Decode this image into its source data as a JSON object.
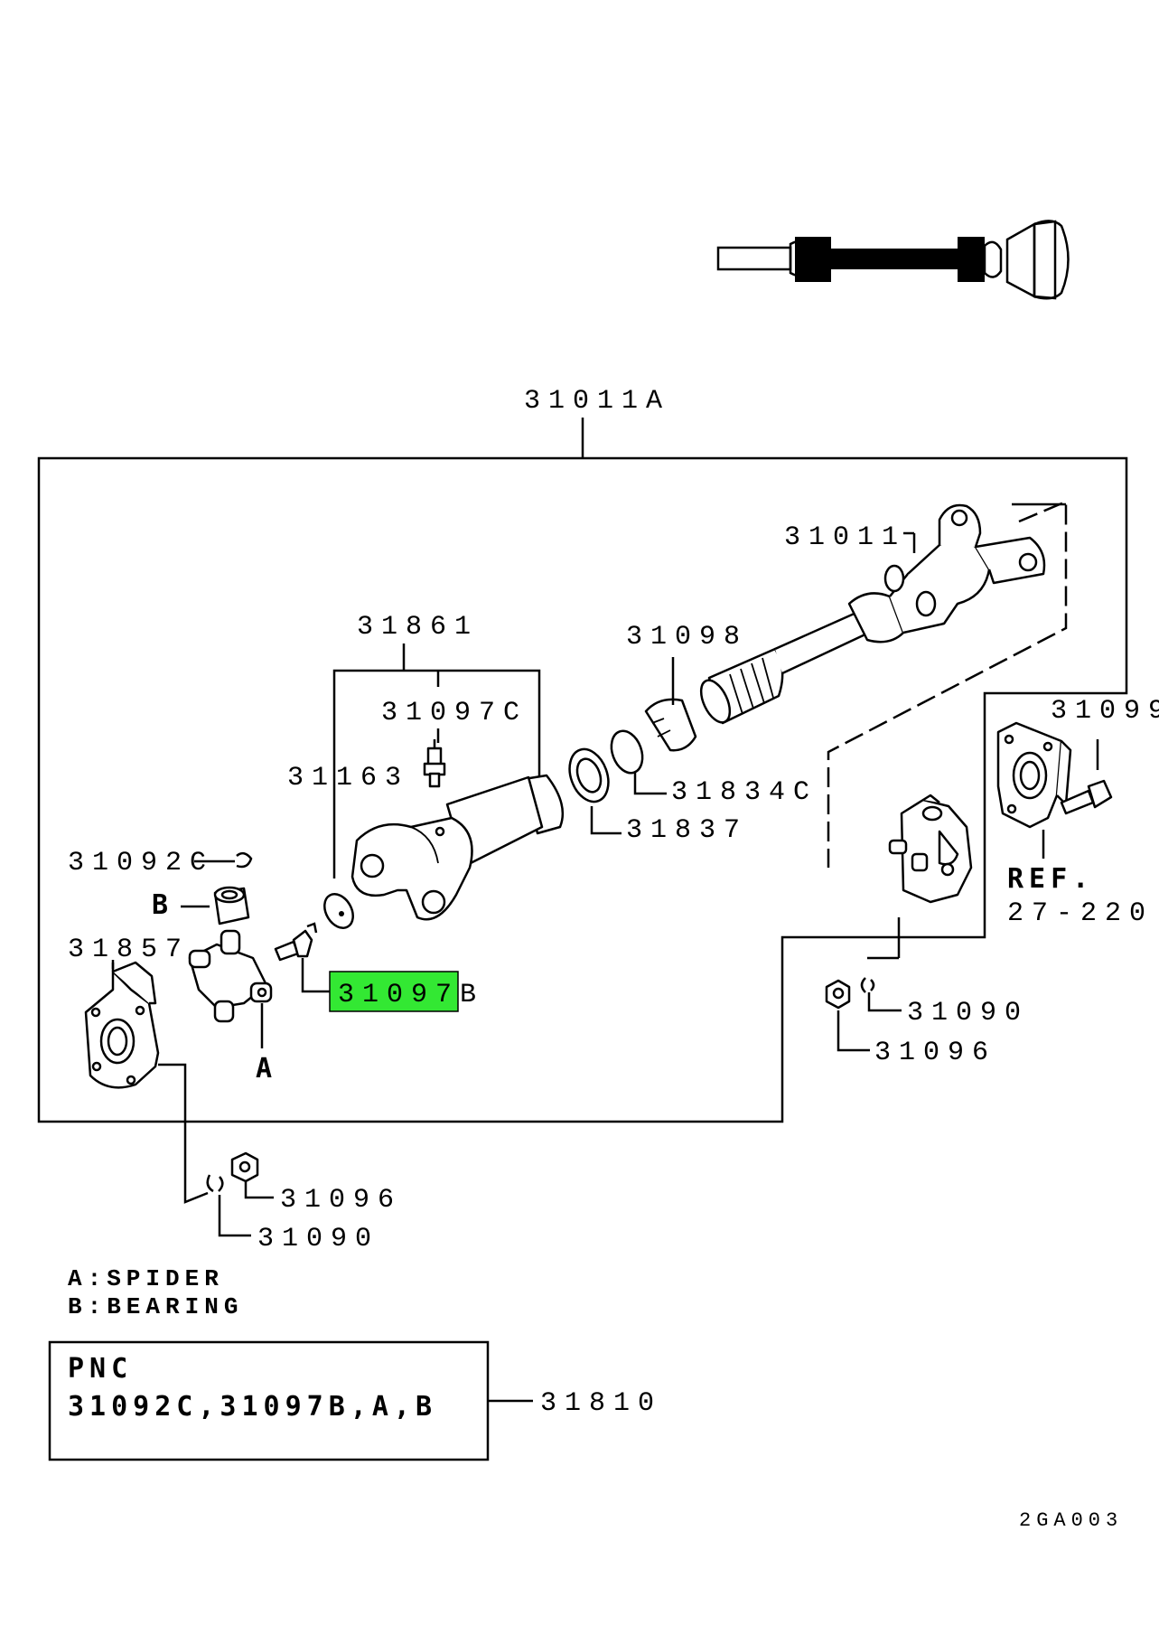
{
  "assembly": {
    "main_label": "31011A"
  },
  "labels": {
    "shaft": "31011",
    "yoke_assy": "31861",
    "boot": "31098",
    "fitting_c": "31097C",
    "snap_ring_seal": "31834C",
    "plug": "31163",
    "seal": "31837",
    "snap_ring": "31092C",
    "bearing_letter": "B",
    "flange_yoke": "31857",
    "fitting_b": "31097B",
    "spider_letter": "A",
    "companion_flange": "31099",
    "ref_line1": "REF.",
    "ref_line2": "27-220",
    "washer_right": "31090",
    "nut_right": "31096",
    "nut_left": "31096",
    "washer_left": "31090"
  },
  "legend": {
    "a": "A:SPIDER",
    "b": "B:BEARING"
  },
  "kit_box": {
    "title": "PNC",
    "contents": "31092C,31097B,A,B",
    "number": "31810"
  },
  "diagram_code": "2GA003",
  "highlight_color": "#33e833"
}
